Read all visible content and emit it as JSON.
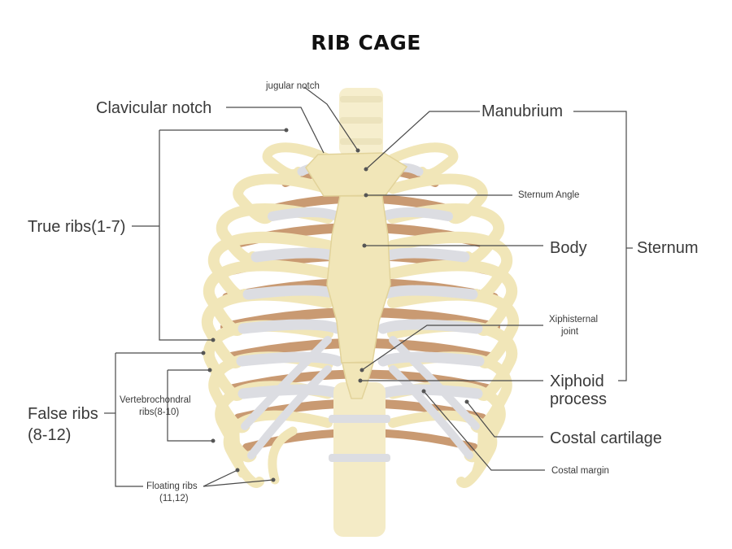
{
  "title": "RIB CAGE",
  "colors": {
    "bone": "#f1e6b8",
    "bone_edge": "#e2d39a",
    "back_rib": "#c99a72",
    "cartilage": "#dcdde2",
    "leader": "#4a4a4a",
    "text": "#3a3a3a"
  },
  "labels": {
    "jugular_notch": "jugular notch",
    "clavicular_notch": "Clavicular notch",
    "manubrium": "Manubrium",
    "sternum_angle": "Sternum Angle",
    "true_ribs": "True ribs(1-7)",
    "body": "Body",
    "sternum": "Sternum",
    "xiphisternal_line1": "Xiphisternal",
    "xiphisternal_line2": "joint",
    "xiphoid_line1": "Xiphoid",
    "xiphoid_line2": "process",
    "false_ribs_line1": "False ribs",
    "false_ribs_line2": "(8-12)",
    "vertebrochondral_line1": "Vertebrochondral",
    "vertebrochondral_line2": "ribs(8-10)",
    "costal_cartilage": "Costal cartilage",
    "costal_margin": "Costal margin",
    "floating_line1": "Floating ribs",
    "floating_line2": "(11,12)"
  }
}
